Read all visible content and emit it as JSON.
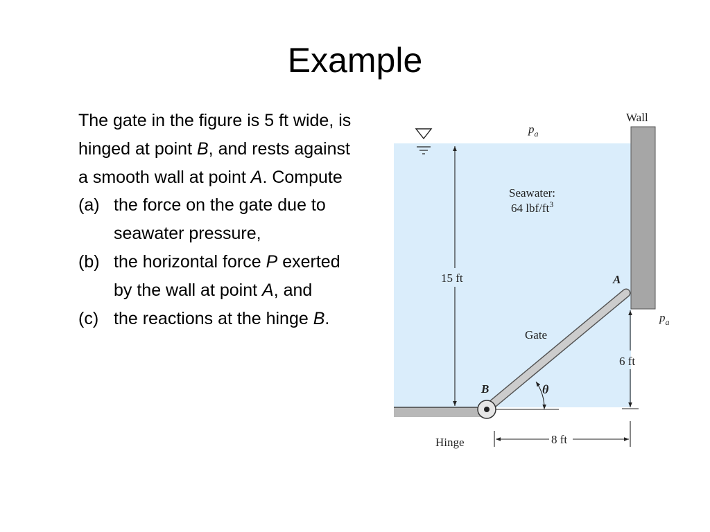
{
  "slide": {
    "title": "Example",
    "problem": {
      "intro": [
        {
          "t": "The gate in the figure is 5 ft wide, is hinged at point "
        },
        {
          "t": "B",
          "i": true
        },
        {
          "t": ", and rests against a smooth wall at point "
        },
        {
          "t": "A",
          "i": true
        },
        {
          "t": ". Compute"
        }
      ],
      "parts": [
        {
          "label": "(a)",
          "segments": [
            {
              "t": "the force on the gate due to seawater pressure,"
            }
          ]
        },
        {
          "label": "(b)",
          "segments": [
            {
              "t": "the horizontal force "
            },
            {
              "t": "P",
              "i": true
            },
            {
              "t": " exerted by the wall at point "
            },
            {
              "t": "A",
              "i": true
            },
            {
              "t": ", and"
            }
          ]
        },
        {
          "label": "(c)",
          "segments": [
            {
              "t": "the reactions at the hinge "
            },
            {
              "t": "B",
              "i": true
            },
            {
              "t": "."
            }
          ]
        }
      ]
    }
  },
  "figure": {
    "wall_label": "Wall",
    "pa_symbol": "p",
    "pa_subscript": "a",
    "seawater_label": "Seawater:",
    "seawater_density": "64 lbf/ft",
    "seawater_density_exp": "3",
    "depth_label": "15 ft",
    "point_a": "A",
    "point_b": "B",
    "gate_label": "Gate",
    "height_label": "6 ft",
    "theta": "θ",
    "hinge_label": "Hinge",
    "span_label": "8 ft",
    "colors": {
      "water": "#daedfb",
      "wall": "#a6a6a6",
      "gate": "#cccccc",
      "floor": "#b8b8b8"
    }
  }
}
